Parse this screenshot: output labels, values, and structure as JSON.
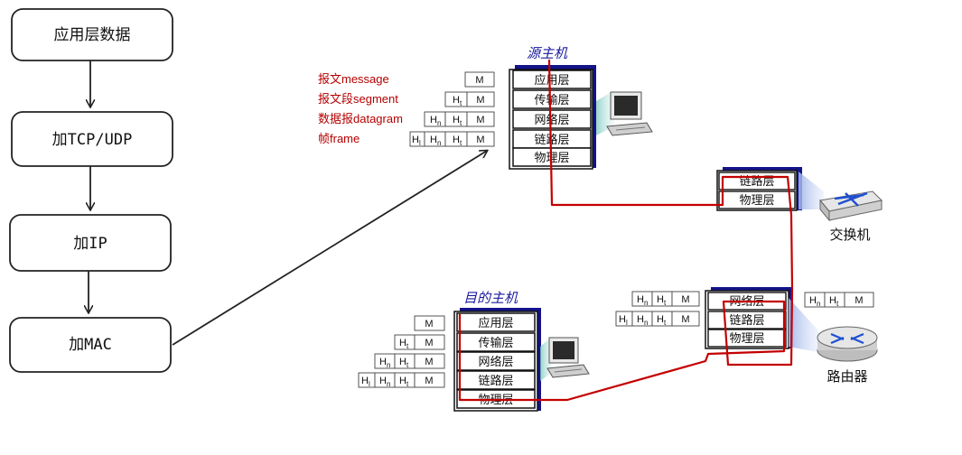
{
  "flow": {
    "steps": [
      "应用层数据",
      "加TCP/UDP",
      "加IP",
      "加MAC"
    ]
  },
  "legend": {
    "message": "报文message",
    "segment": "报文段segment",
    "datagram": "数据报datagram",
    "frame": "帧frame"
  },
  "headers": {
    "m": "M",
    "ht": "H",
    "ht_sub": "t",
    "hn": "H",
    "hn_sub": "n",
    "hl": "H",
    "hl_sub": "l"
  },
  "source_host": {
    "title": "源主机",
    "layers": [
      "应用层",
      "传输层",
      "网络层",
      "链路层",
      "物理层"
    ]
  },
  "dest_host": {
    "title": "目的主机",
    "layers": [
      "应用层",
      "传输层",
      "网络层",
      "链路层",
      "物理层"
    ]
  },
  "switch": {
    "label": "交换机",
    "layers": [
      "链路层",
      "物理层"
    ]
  },
  "router": {
    "label": "路由器",
    "layers": [
      "网络层",
      "链路层",
      "物理层"
    ]
  },
  "colors": {
    "path_red": "#c40000",
    "stack_blue": "#13138a",
    "label_red": "#b50000",
    "title_blue": "#1a1a9e"
  },
  "icons": [
    "computer-icon",
    "switch-icon",
    "router-icon",
    "arrow-icon"
  ]
}
